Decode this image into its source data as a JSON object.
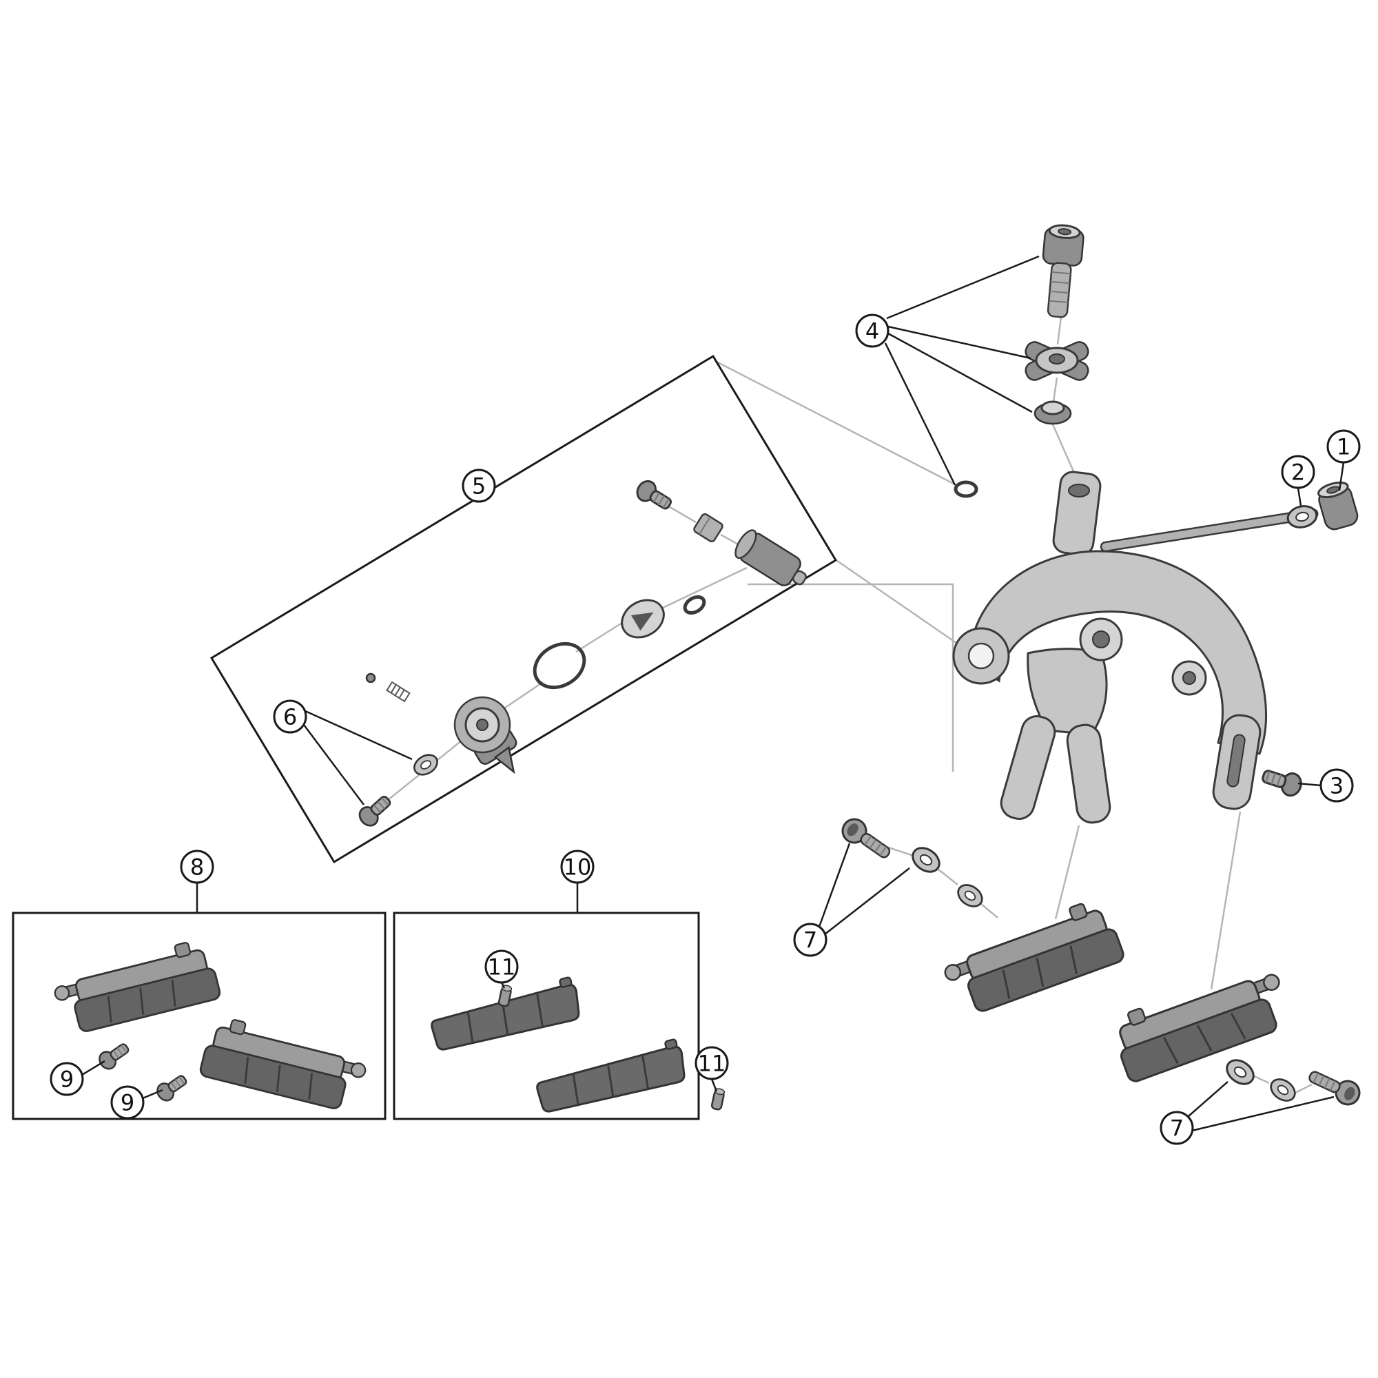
{
  "diagram": {
    "description_visible_text_only": true,
    "background": "#ffffff",
    "colors": {
      "outline": "#1a1a1a",
      "connector_line": "#b5b5b5",
      "metal_light": "#d4d4d4",
      "metal": "#c6c6c6",
      "metal_dark": "#8f8f8f",
      "rubber_pad": "#646464"
    },
    "callouts": [
      {
        "label": "1"
      },
      {
        "label": "2"
      },
      {
        "label": "3"
      },
      {
        "label": "4"
      },
      {
        "label": "5"
      },
      {
        "label": "6"
      },
      {
        "label": "7"
      },
      {
        "label": "7"
      },
      {
        "label": "8"
      },
      {
        "label": "9"
      },
      {
        "label": "9"
      },
      {
        "label": "10"
      },
      {
        "label": "11"
      },
      {
        "label": "11"
      }
    ]
  }
}
